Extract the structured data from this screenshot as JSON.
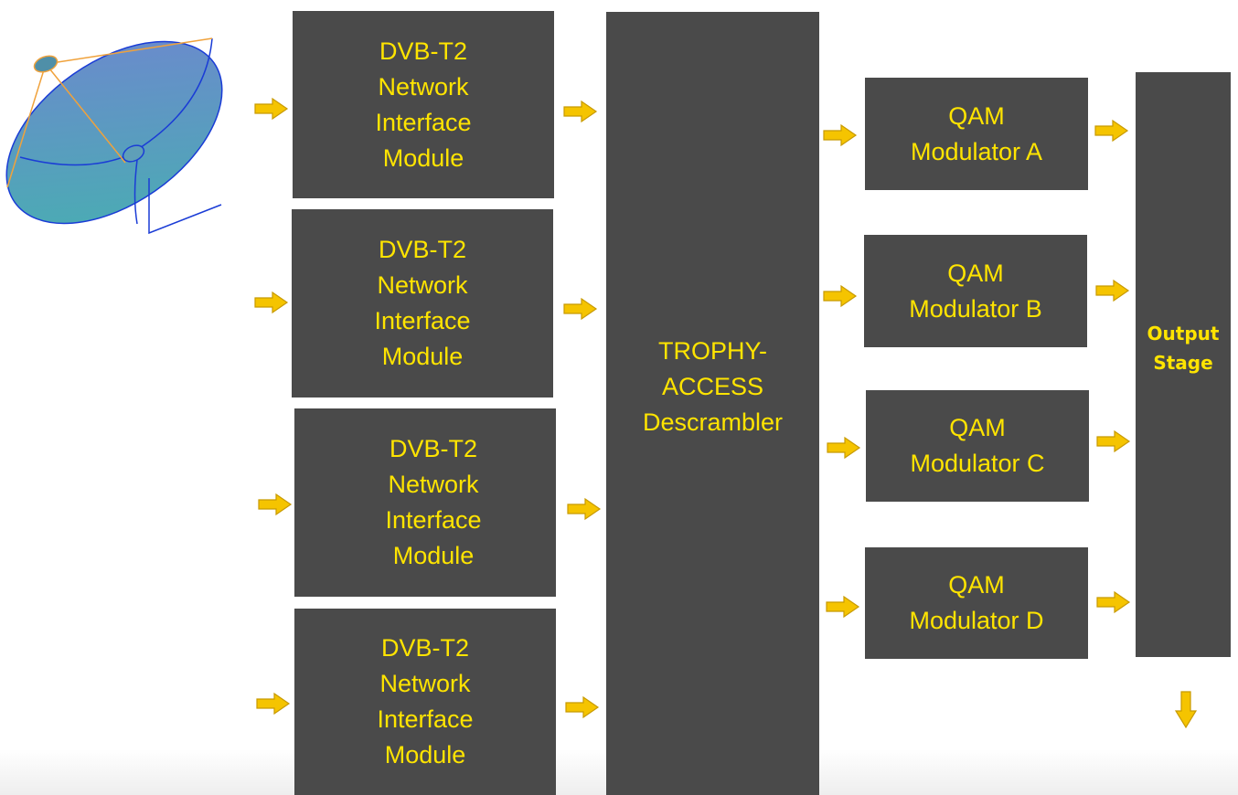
{
  "diagram": {
    "input_modules": [
      {
        "label": "DVB-T2\nNetwork\nInterface\nModule"
      },
      {
        "label": "DVB-T2\nNetwork\nInterface\nModule"
      },
      {
        "label": "DVB-T2\nNetwork\nInterface\nModule"
      },
      {
        "label": "DVB-T2\nNetwork\nInterface\nModule"
      }
    ],
    "descrambler": {
      "label": "TROPHY-\nACCESS\nDescrambler"
    },
    "modulators": [
      {
        "label": "QAM\nModulator A"
      },
      {
        "label": "QAM\nModulator B"
      },
      {
        "label": "QAM\nModulator C"
      },
      {
        "label": "QAM\nModulator D"
      }
    ],
    "output": {
      "label": "Output\nStage"
    },
    "icons": {
      "antenna": "satellite-dish-icon",
      "arrow": "arrow-icon"
    },
    "colors": {
      "box_fill": "#4a4a4a",
      "text": "#ffe400",
      "arrow_fill": "#f5c400",
      "arrow_stroke": "#c89a00",
      "dish_fill": "#4fa3b8",
      "dish_stroke": "#1a3cd6",
      "feed_lines": "#f0a23c"
    }
  }
}
